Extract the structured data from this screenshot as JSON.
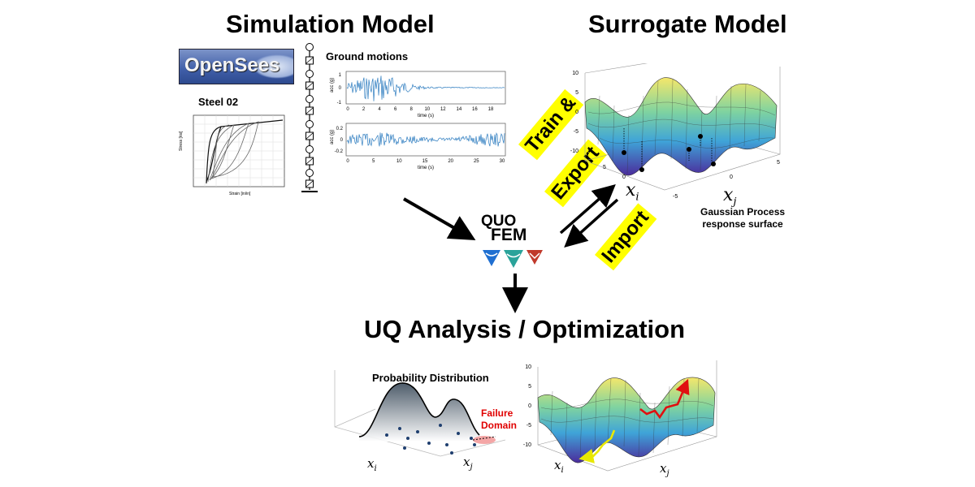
{
  "headings": {
    "simulation": "Simulation Model",
    "surrogate": "Surrogate Model",
    "uq": "UQ Analysis / Optimization"
  },
  "simulation": {
    "logo_text": "OpenSees",
    "material_label": "Steel 02",
    "ground_motions_label": "Ground motions",
    "hysteresis_ylabel": "Stress [ksi]",
    "hysteresis_xlabel": "Strain [in/in]",
    "gm1": {
      "ylabel": "acc (g)",
      "xlabel": "time (s)",
      "yticks": [
        "1",
        "0",
        "-1"
      ],
      "xticks": [
        "0",
        "2",
        "4",
        "6",
        "8",
        "10",
        "12",
        "14",
        "16",
        "18"
      ]
    },
    "gm2": {
      "ylabel": "acc (g)",
      "xlabel": "time (s)",
      "yticks": [
        "0.2",
        "0",
        "-0.2"
      ],
      "xticks": [
        "0",
        "5",
        "10",
        "15",
        "20",
        "25",
        "30"
      ]
    }
  },
  "center": {
    "quo": "QUO",
    "fem": "FEM",
    "train_export_line1": "Train &",
    "train_export_line2": "Export",
    "import": "Import"
  },
  "surrogate": {
    "xi": "x",
    "xi_sub": "i",
    "xj": "x",
    "xj_sub": "j",
    "caption_line1": "Gaussian Process",
    "caption_line2": "response surface",
    "zticks": [
      "10",
      "5",
      "0",
      "-5",
      "-10"
    ],
    "xticks": [
      "0",
      "5"
    ],
    "yticks": [
      "-5",
      "0",
      "5"
    ]
  },
  "uq": {
    "prob_label": "Probability Distribution",
    "failure_line1": "Failure",
    "failure_line2": "Domain",
    "xi": "x",
    "xi_sub": "i",
    "xj": "x",
    "xj_sub": "j",
    "opt_zticks": [
      "10",
      "5",
      "0",
      "-5",
      "-10"
    ]
  },
  "colors": {
    "quo_blue": "#1f6fd1",
    "highlight": "#ffff00",
    "failure_red": "#e00000",
    "trace_blue": "#2b7bbf"
  }
}
